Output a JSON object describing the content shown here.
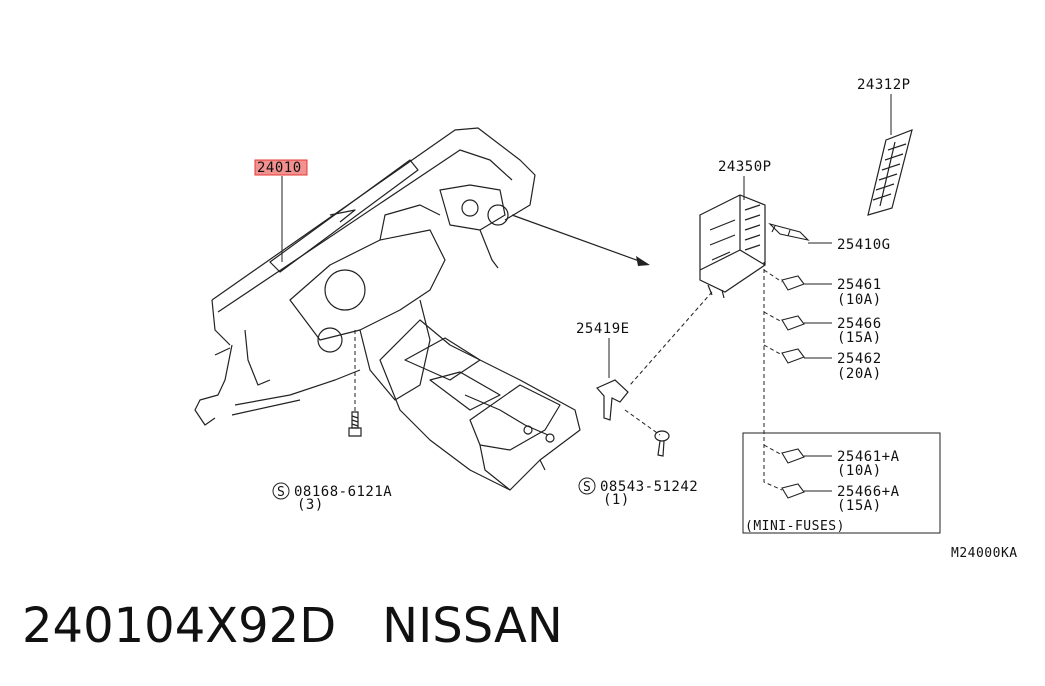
{
  "parts": {
    "harness": "24010",
    "fuse_cover": "24312P",
    "fuse_block": "24350P",
    "relay": "25410G",
    "fuse_1": "25461",
    "fuse_1_rating": "(10A)",
    "fuse_2": "25466",
    "fuse_2_rating": "(15A)",
    "fuse_3": "25462",
    "fuse_3_rating": "(20A)",
    "bracket": "25419E",
    "mini_fuse_1": "25461+A",
    "mini_fuse_1_rating": "(10A)",
    "mini_fuse_2": "25466+A",
    "mini_fuse_2_rating": "(15A)",
    "mini_fuses_label": "(MINI-FUSES)",
    "bolt": "08168-6121A",
    "bolt_qty": "(3)",
    "screw": "08543-51242",
    "screw_qty": "(1)",
    "s_mark": "S"
  },
  "figure_code": "M24000KA",
  "caption": {
    "part_number": "240104X92D",
    "brand": "NISSAN"
  },
  "colors": {
    "highlight": "#e53935",
    "line": "#222222"
  }
}
